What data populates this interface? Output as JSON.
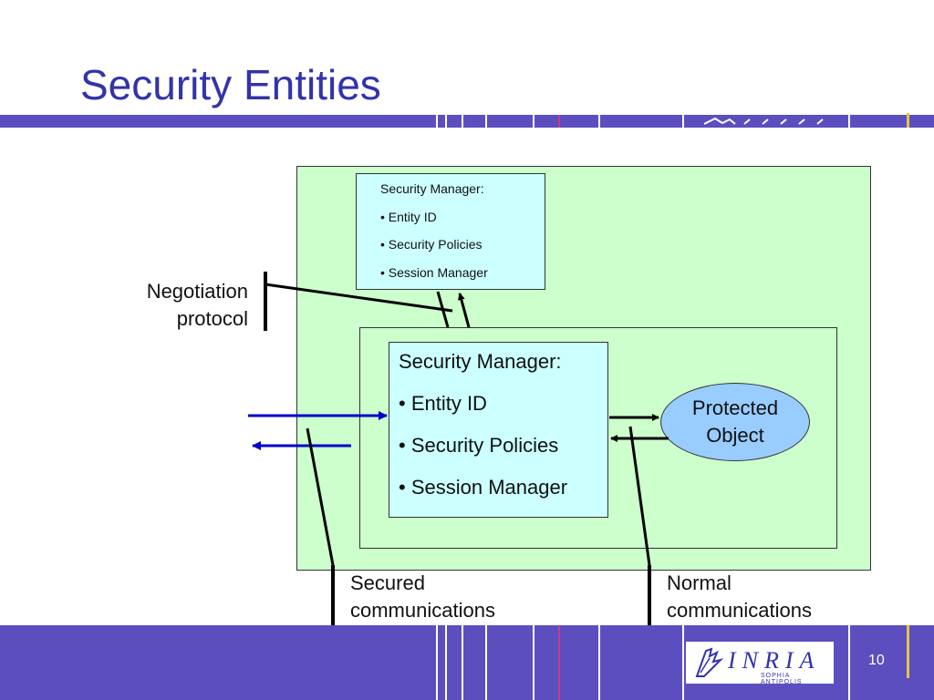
{
  "slide": {
    "title": "Security Entities",
    "page_number": "10"
  },
  "security_manager_small": {
    "heading": "Security Manager:",
    "items": [
      "• Entity ID",
      "• Security Policies",
      "• Session Manager"
    ]
  },
  "security_manager_big": {
    "heading": "Security Manager:",
    "items": [
      "• Entity ID",
      "• Security Policies",
      "• Session Manager"
    ]
  },
  "protected_object": {
    "line1": "Protected",
    "line2": "Object"
  },
  "labels": {
    "negotiation_line1": "Negotiation",
    "negotiation_line2": "protocol",
    "secured_line1": "Secured",
    "secured_line2": "communications",
    "normal_line1": "Normal",
    "normal_line2": "communications"
  },
  "logo": {
    "name": "INRIA",
    "subtitle": "SOPHIA ANTIPOLIS"
  },
  "colors": {
    "band": "#5b4fc0",
    "title": "#3333aa",
    "outer_box": "#ccffcc",
    "manager_box": "#ccffff",
    "ellipse": "#99ccff",
    "blue_arrow": "#0000cc"
  }
}
